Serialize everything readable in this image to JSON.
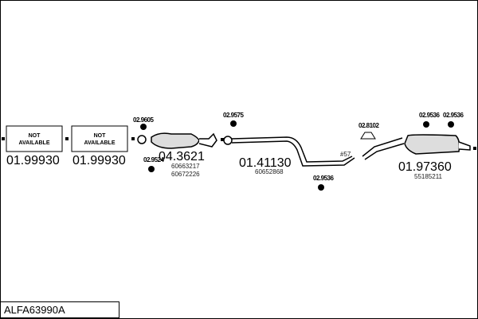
{
  "title": "ALFA63990A",
  "na_label_1": "NOT",
  "na_label_2": "AVAILABLE",
  "parts": [
    {
      "number": "01.99930"
    },
    {
      "number": "01.99930"
    },
    {
      "number": "04.3621",
      "oem": [
        "60663217",
        "60672226"
      ]
    },
    {
      "number": "01.41130",
      "oem": [
        "60652868"
      ]
    },
    {
      "number": "01.97360",
      "oem": [
        "55185211"
      ]
    }
  ],
  "accessories": [
    "02.9605",
    "02.9524",
    "02.9575",
    "02.9536",
    "02.8102",
    "02.9536",
    "02.9536"
  ],
  "pipe_marker": "#57"
}
